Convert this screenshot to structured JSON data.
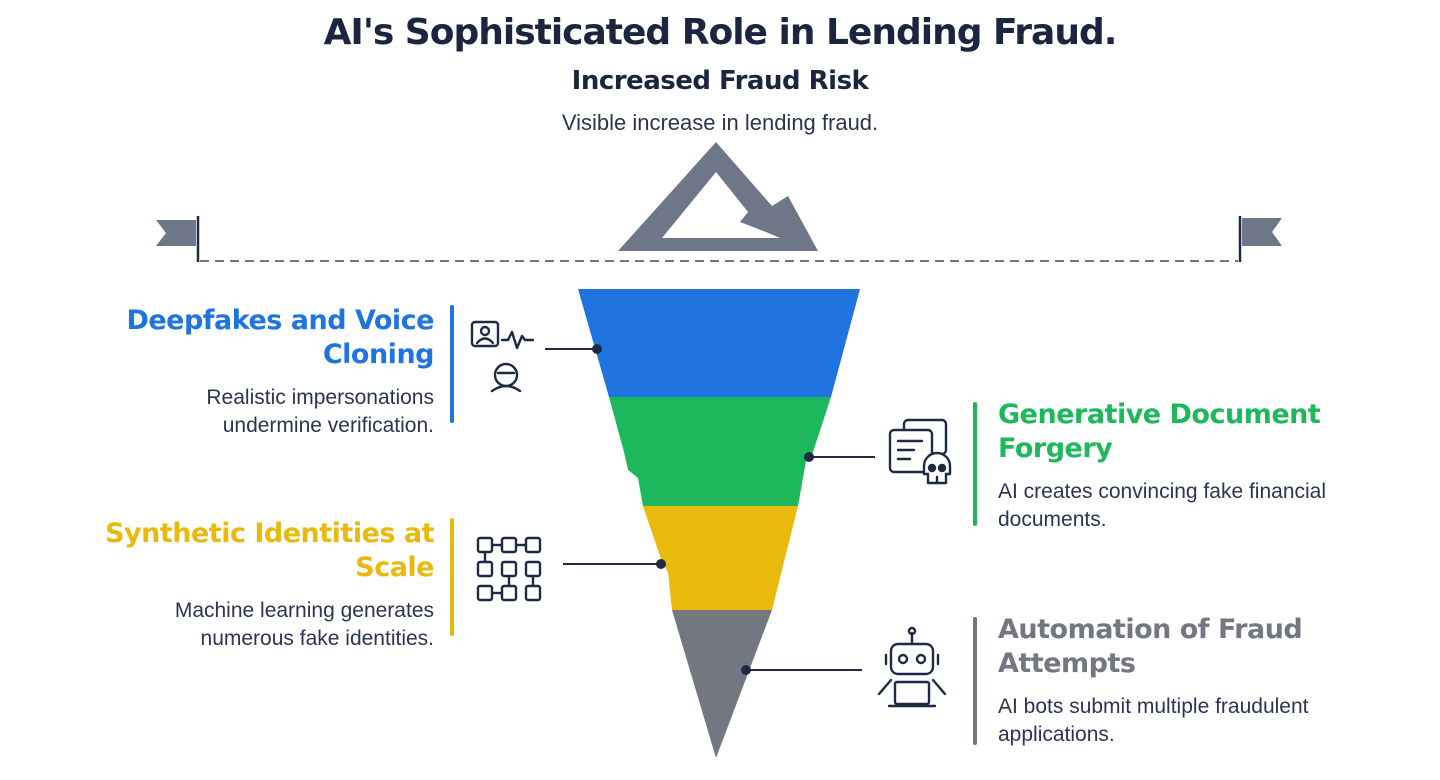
{
  "title": "AI's Sophisticated Role in Lending Fraud.",
  "top": {
    "heading": "Increased Fraud Risk",
    "text": "Visible increase in lending fraud."
  },
  "colors": {
    "blue": "#1f74e0",
    "green": "#1eb85c",
    "yellow": "#e9b90c",
    "gray": "#737780",
    "navy": "#1e2a44",
    "slate": "#6e7787"
  },
  "items": [
    {
      "heading_line1": "Deepfakes and Voice",
      "heading_line2": "Cloning",
      "text_line1": "Realistic impersonations",
      "text_line2": "undermine verification.",
      "icon": "face-voice-icon"
    },
    {
      "heading_line1": "Generative Document",
      "heading_line2": "Forgery",
      "text_line1": "AI creates convincing fake financial",
      "text_line2": "documents.",
      "icon": "forged-document-skull-icon"
    },
    {
      "heading_line1": "Synthetic Identities at",
      "heading_line2": "Scale",
      "text_line1": "Machine learning generates",
      "text_line2": "numerous fake identities.",
      "icon": "identity-grid-icon"
    },
    {
      "heading_line1": "Automation of Fraud",
      "heading_line2": "Attempts",
      "text_line1": "AI bots submit multiple fraudulent",
      "text_line2": "applications.",
      "icon": "robot-laptop-icon"
    }
  ]
}
